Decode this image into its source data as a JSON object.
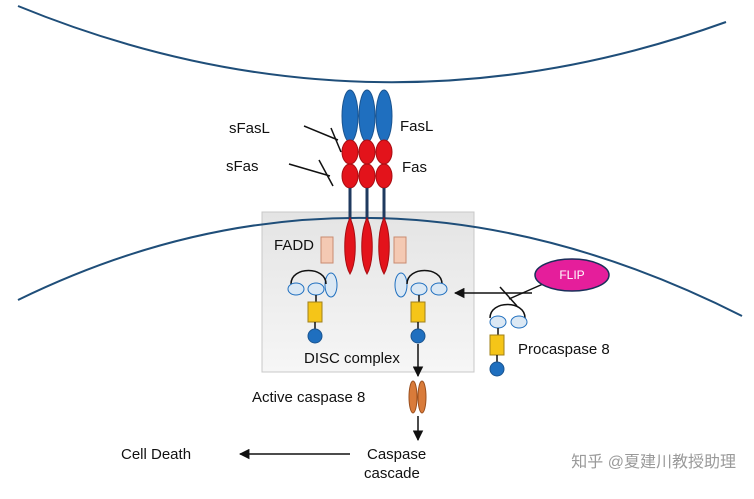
{
  "labels": {
    "sfasl": "sFasL",
    "fasl": "FasL",
    "sfas": "sFas",
    "fas": "Fas",
    "fadd": "FADD",
    "flip": "FLIP",
    "disc": "DISC complex",
    "procaspase": "Procaspase 8",
    "active_caspase": "Active caspase 8",
    "cascade_line1": "Caspase",
    "cascade_line2": "cascade",
    "cell_death": "Cell Death"
  },
  "watermark": "知乎 @夏建川教授助理",
  "colors": {
    "membrane": "#1f4e79",
    "fasl": "#1f6fbf",
    "fas": "#e3131b",
    "disc_bg": "#eeeeee",
    "fadd_box": "#f4c9b3",
    "caspase_box": "#f5c518",
    "caspase_ball": "#1f6fbf",
    "active_caspase": "#d97b3a",
    "flip": "#e51e9b"
  }
}
